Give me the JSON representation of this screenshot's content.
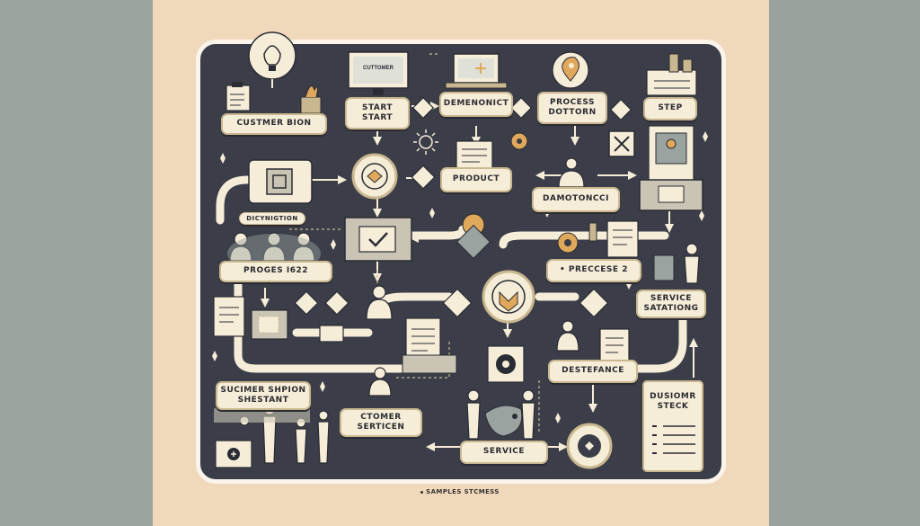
{
  "labels": {
    "customer_bion": "CUSTMER BION",
    "start": "START\nSTART",
    "demenonict": "DEMENONICT",
    "process_dotorn": "PROCESS\nDOTTORN",
    "step": "STEP",
    "product": "PRODUCT",
    "damotoncc": "DAMOTONCCI",
    "dicynigtion": "DICYNIGTION",
    "proges": "PROGES I622",
    "precesse": "• PRECCESE 2",
    "service_satationg": "SERVICE\nSATATIONG",
    "destefance": "DESTEFANCE",
    "sucimer": "SUCIMER SHPION\nSHESTANT",
    "ctomer": "CTOMER\nSERTICEN",
    "service": "SERVICE",
    "dusiomr": "DUSIOMR\nSTECK",
    "monitor_text": "CUTTOMER"
  },
  "caption": "SAMPLES STCMESS",
  "colors": {
    "board": "#3b3d48",
    "cream": "#f6edd9",
    "beige": "#f0d8bb",
    "sage": "#9aa39f",
    "accent": "#e0a85a"
  }
}
